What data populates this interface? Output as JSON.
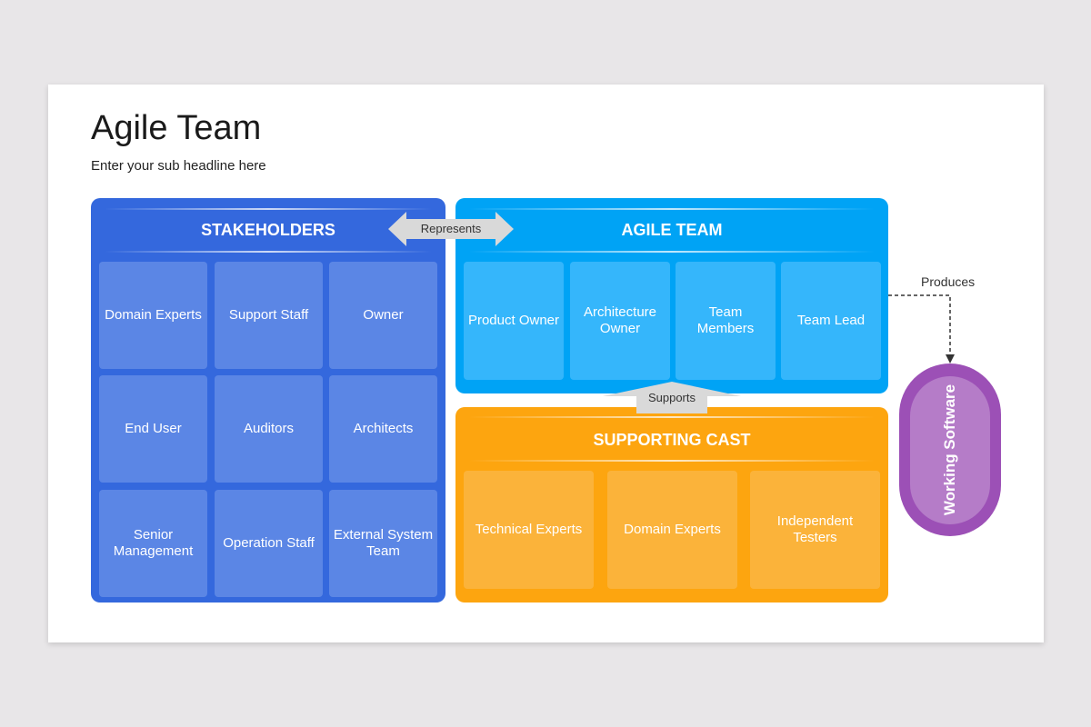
{
  "title": "Agile Team",
  "subtitle": "Enter your sub headline here",
  "stakeholders": {
    "title": "STAKEHOLDERS",
    "color": "#3468dd",
    "items": [
      "Domain Experts",
      "Support Staff",
      "Owner",
      "End User",
      "Auditors",
      "Architects",
      "Senior Management",
      "Operation Staff",
      "External System Team"
    ]
  },
  "agile_team": {
    "title": "AGILE TEAM",
    "color": "#00a3f5",
    "items": [
      "Product Owner",
      "Architecture Owner",
      "Team Members",
      "Team Lead"
    ]
  },
  "supporting_cast": {
    "title": "SUPPORTING CAST",
    "color": "#fda50f",
    "items": [
      "Technical Experts",
      "Domain Experts",
      "Independent Testers"
    ]
  },
  "connectors": {
    "represents": "Represents",
    "supports": "Supports",
    "produces": "Produces"
  },
  "output": {
    "label": "Working Software",
    "color": "#9c50b6"
  }
}
